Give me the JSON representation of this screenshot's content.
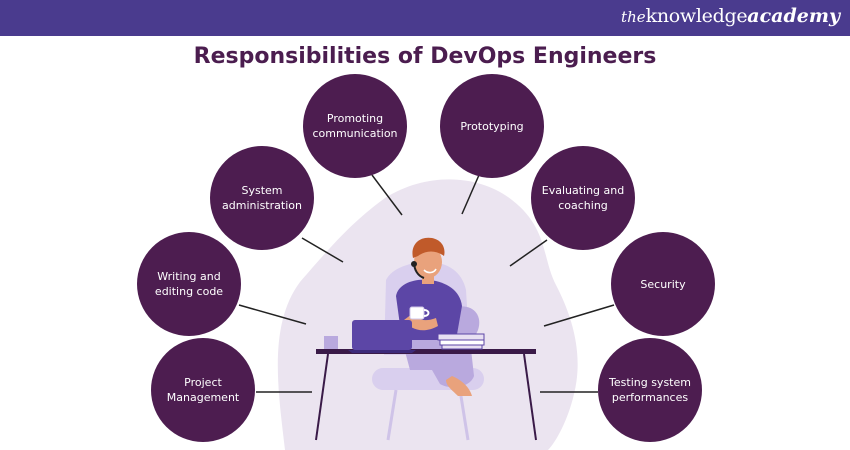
{
  "brand": {
    "prefix": "the",
    "word": "knowledge",
    "accent": "academy"
  },
  "title": "Responsibilities of DevOps Engineers",
  "responsibilities": [
    "Promoting communication",
    "Prototyping",
    "System administration",
    "Evaluating and coaching",
    "Writing and editing code",
    "Security",
    "Project Management",
    "Testing system performances"
  ],
  "colors": {
    "header_bar": "#4a3b8e",
    "title": "#4b1d4f",
    "bubble": "#4d1d50",
    "blob": "#ebe4f0",
    "shirt": "#5c46a6",
    "pants": "#b9a9de"
  },
  "icons": [
    "person-at-laptop-illustration",
    "laptop-icon",
    "coffee-cup-icon",
    "desk-icon",
    "books-icon"
  ]
}
